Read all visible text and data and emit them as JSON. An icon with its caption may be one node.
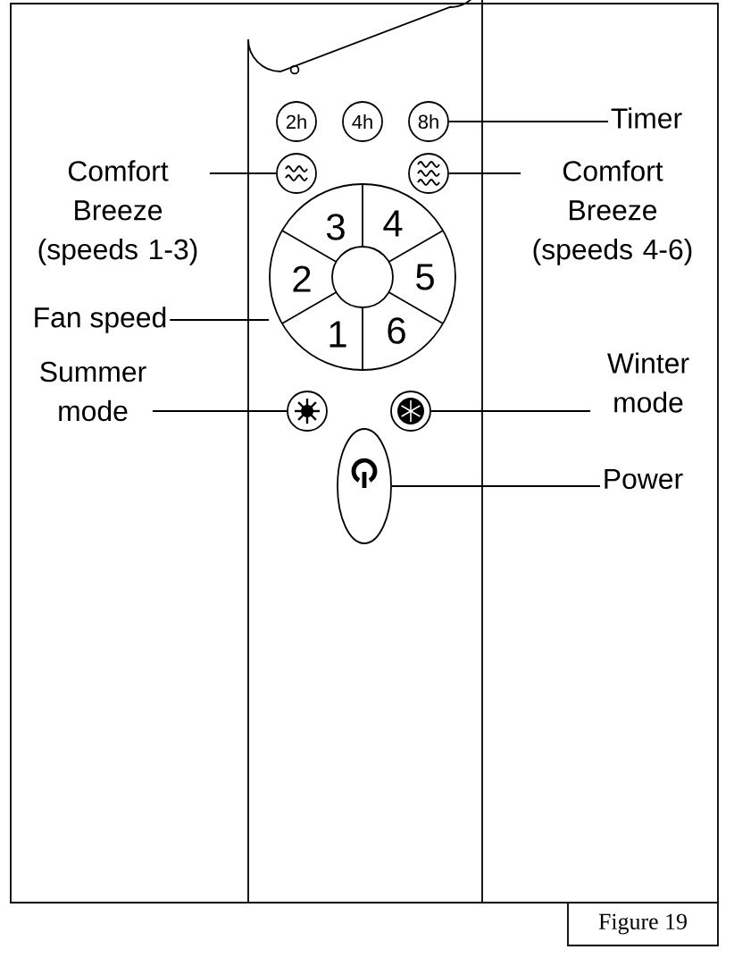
{
  "diagram": {
    "caption": "Figure 19",
    "nodes": [
      {
        "text": [
          "2h"
        ]
      },
      {
        "text": [
          "4h"
        ]
      },
      {
        "text": [
          "8h"
        ]
      },
      {
        "text": [
          "Timer"
        ]
      },
      {
        "text": [
          "Comfort Breeze (speeds 1-3)"
        ]
      },
      {
        "text": [],
        "shape": "circle"
      },
      {
        "text": [],
        "shape": "circle"
      },
      {
        "text": [
          "Comfort Breeze (speeds 4-6)"
        ]
      },
      {
        "text": [
          "3",
          "4",
          "2",
          "5",
          "1",
          "6"
        ]
      },
      {
        "text": [
          "Fan speed"
        ]
      },
      {
        "text": [
          "Summer mode"
        ]
      },
      {
        "text": [],
        "shape": "circle"
      },
      {
        "text": [],
        "shape": "circle"
      },
      {
        "text": [
          "Winter mode"
        ]
      },
      {
        "text": [],
        "shape": "ellipse"
      },
      {
        "text": [
          "Power"
        ]
      }
    ],
    "edges": [
      {
        "from": 3,
        "to": 2,
        "arrow": "none"
      },
      {
        "from": 4,
        "to": 5,
        "arrow": "none"
      },
      {
        "from": 7,
        "to": 6,
        "arrow": "none"
      },
      {
        "from": 9,
        "to": 8,
        "arrow": "none"
      },
      {
        "from": 10,
        "to": 11,
        "arrow": "none"
      },
      {
        "from": 13,
        "to": 12,
        "arrow": "none"
      },
      {
        "from": 15,
        "to": 14,
        "arrow": "none"
      }
    ]
  }
}
